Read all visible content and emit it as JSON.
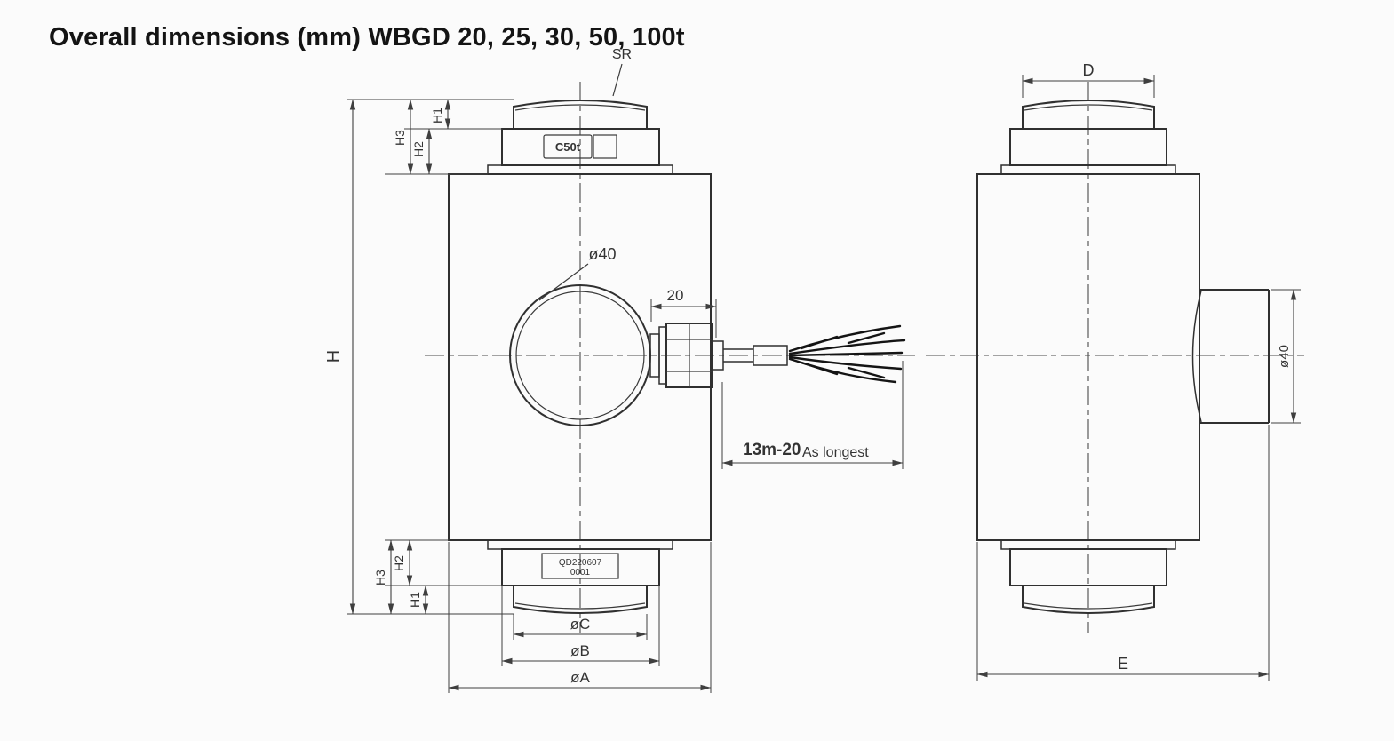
{
  "page": {
    "background": "#fbfbfb",
    "line_color": "#303030"
  },
  "title": "Overall dimensions (mm) WBGD 20, 25, 30, 50, 100t",
  "front_view": {
    "sr_label": "SR",
    "h_label": "H",
    "h1": "H1",
    "h2": "H2",
    "h3": "H3",
    "hole_dia": "ø40",
    "gland_dim": "20",
    "cable_length": "13m-20",
    "cable_note": "As longest",
    "cap_marking": "C50t",
    "serial_line1": "QD220607",
    "serial_line2": "0001",
    "dia_c": "øC",
    "dia_b": "øB",
    "dia_a": "øA"
  },
  "side_view": {
    "d_label": "D",
    "e_label": "E",
    "boss_dia": "ø40"
  }
}
